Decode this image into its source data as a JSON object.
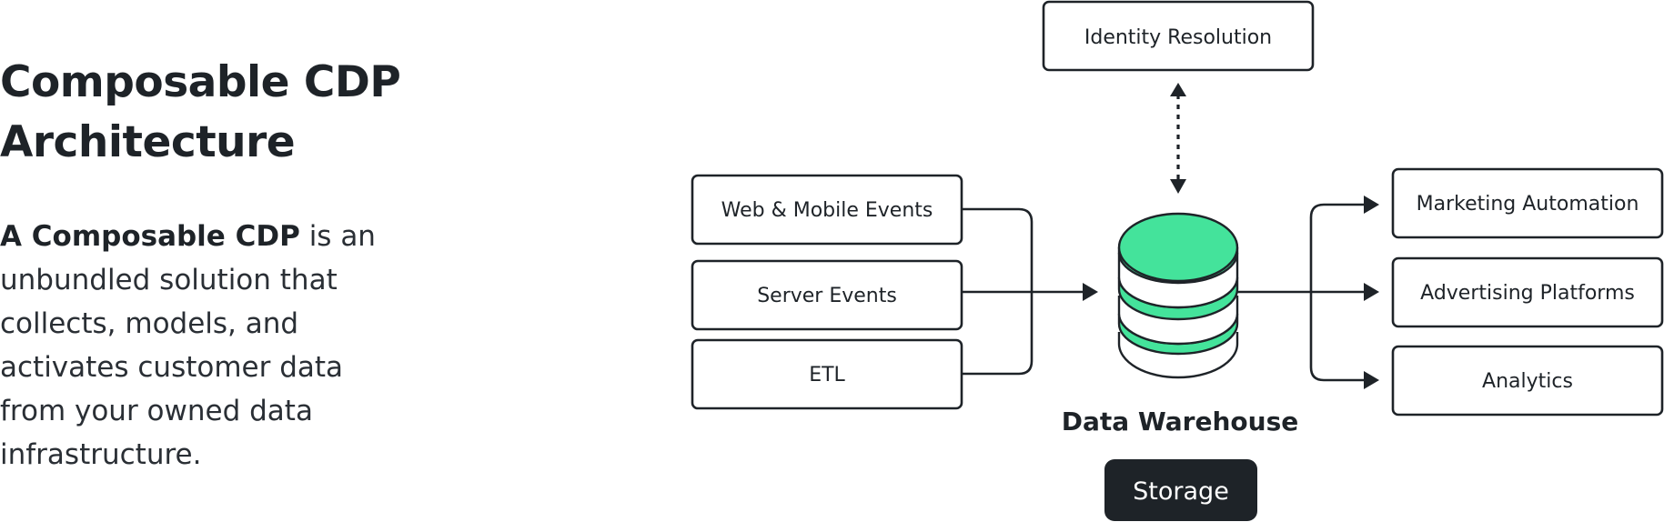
{
  "intro": {
    "title_line1": "Composable CDP",
    "title_line2": "Architecture",
    "desc_bold": "A Composable CDP",
    "desc_line1_rest": " is an",
    "desc_line2": "unbundled solution that",
    "desc_line3": "collects, models, and",
    "desc_line4": "activates customer data",
    "desc_line5": "from your owned data",
    "desc_line6": "infrastructure."
  },
  "diagram": {
    "top_node": "Identity Resolution",
    "sources": [
      "Web & Mobile Events",
      "Server Events",
      "ETL"
    ],
    "center_caption": "Data Warehouse",
    "center_badge": "Storage",
    "destinations": [
      "Marketing Automation",
      "Advertising Platforms",
      "Analytics"
    ],
    "colors": {
      "accent_green": "#44e39b",
      "ink": "#1e2328"
    }
  }
}
